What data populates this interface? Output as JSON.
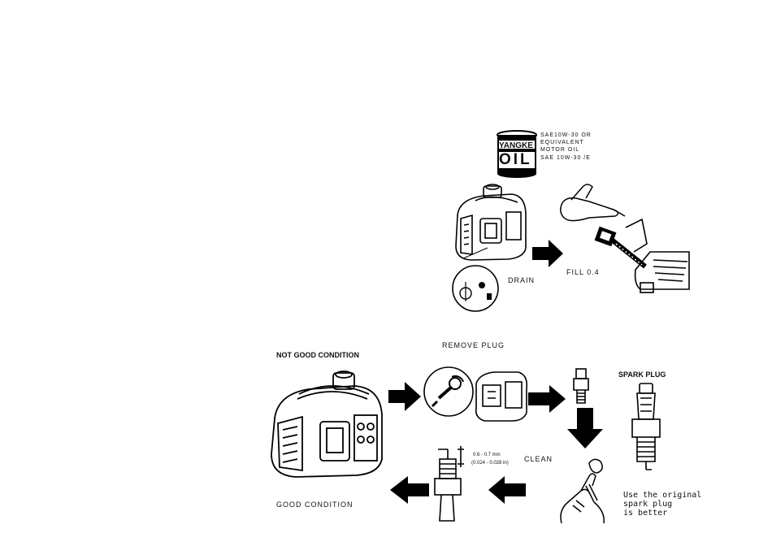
{
  "oil_can": {
    "brand": "YANGKE",
    "word": "OIL"
  },
  "oil_spec": {
    "line1": "SAE10W-30   OR",
    "line2": "EQUIVALENT",
    "line3": "MOTOR OIL",
    "line4": "SAE 10W-30 /E"
  },
  "labels": {
    "drain": "DRAIN",
    "fill": "FILL 0.4",
    "remove_plug": "REMOVE PLUG",
    "not_good": "NOT GOOD CONDITION",
    "spark_plug": "SPARK PLUG",
    "gap_mm": "0.6 - 0.7 mm",
    "gap_in": "(0.024 - 0.028 in)",
    "clean": "CLEAN",
    "good": "GOOD CONDITION",
    "note1": "Use the original",
    "note2": "spark plug",
    "note3": "is better"
  }
}
